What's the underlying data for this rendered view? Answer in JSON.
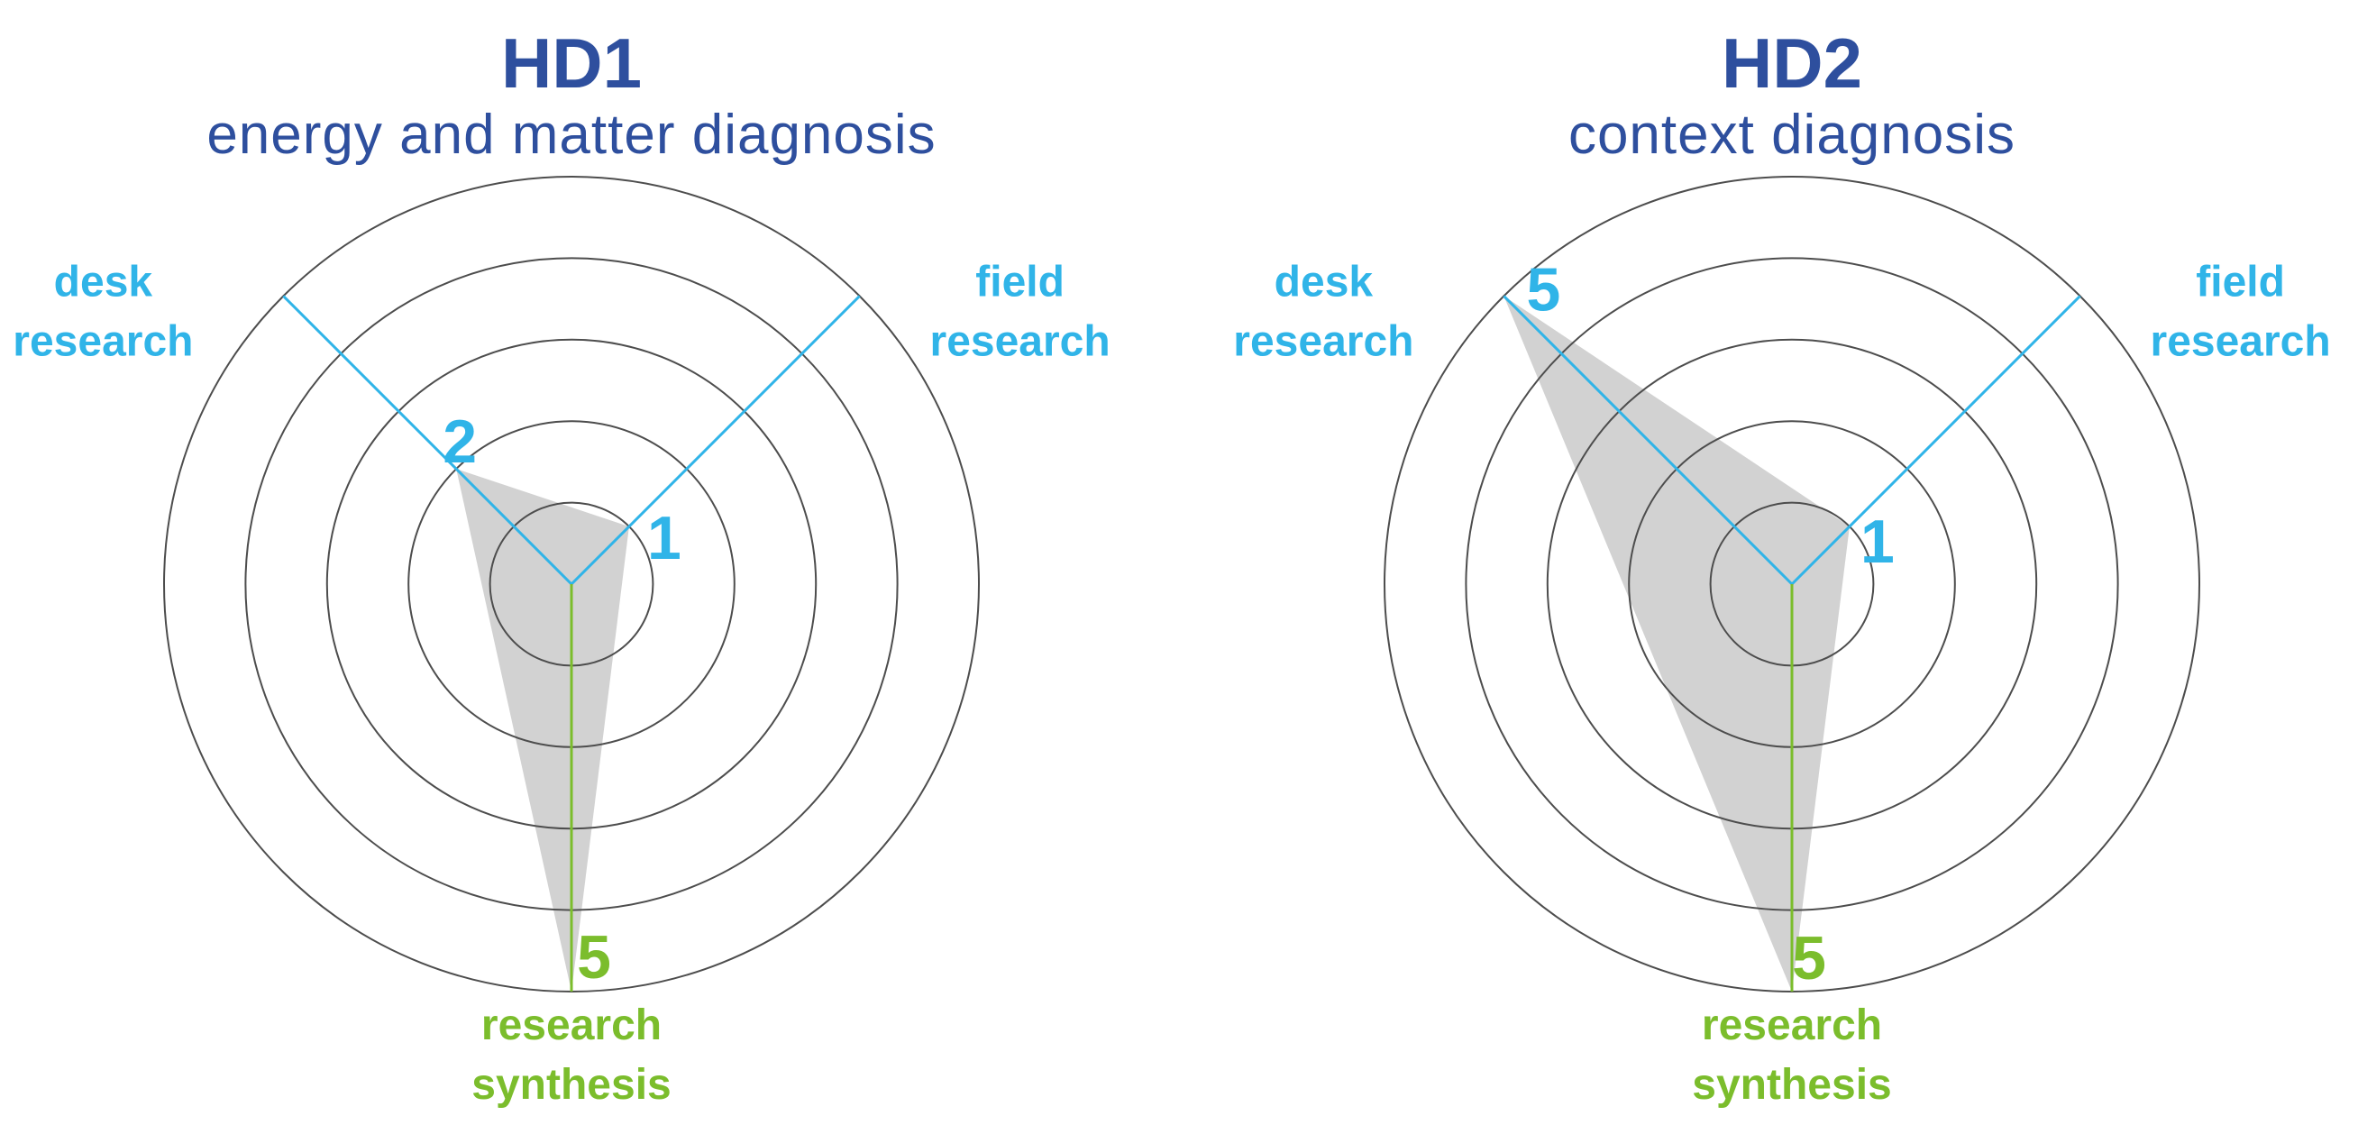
{
  "page": {
    "background": "#FFFFFF"
  },
  "colors": {
    "title_navy": "#2E4F9E",
    "axis_cyan": "#30B4E8",
    "axis_green": "#7BBD2C",
    "grid_gray": "#4D4D4D",
    "data_fill_gray": "#D2D2D2"
  },
  "chart_data": [
    {
      "type": "radar",
      "title": "HD1",
      "subtitle": "energy and matter diagnosis",
      "rings": 5,
      "scale_max": 5,
      "grid": "concentric-circles",
      "legend": "none",
      "axes": [
        {
          "label": "desk research",
          "value": 2,
          "color": "#30B4E8"
        },
        {
          "label": "field research",
          "value": 1,
          "color": "#30B4E8"
        },
        {
          "label": "research synthesis",
          "value": 5,
          "color": "#7BBD2C"
        }
      ]
    },
    {
      "type": "radar",
      "title": "HD2",
      "subtitle": "context diagnosis",
      "rings": 5,
      "scale_max": 5,
      "grid": "concentric-circles",
      "legend": "none",
      "axes": [
        {
          "label": "desk research",
          "value": 5,
          "color": "#30B4E8"
        },
        {
          "label": "field research",
          "value": 1,
          "color": "#30B4E8"
        },
        {
          "label": "research synthesis",
          "value": 5,
          "color": "#7BBD2C"
        }
      ]
    }
  ]
}
